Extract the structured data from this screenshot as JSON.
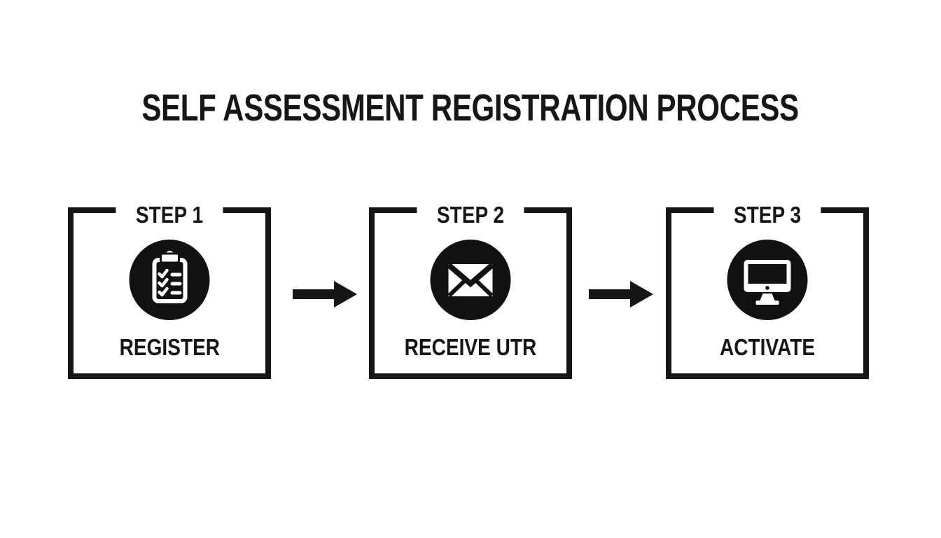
{
  "title": "SELF ASSESSMENT REGISTRATION PROCESS",
  "steps": [
    {
      "step_label": "STEP 1",
      "caption": "REGISTER",
      "icon": "clipboard-checklist-icon"
    },
    {
      "step_label": "STEP 2",
      "caption": "RECEIVE UTR",
      "icon": "envelope-icon"
    },
    {
      "step_label": "STEP 3",
      "caption": "ACTIVATE",
      "icon": "desktop-monitor-icon"
    }
  ],
  "connectors": [
    {
      "type": "arrow-right"
    },
    {
      "type": "arrow-right"
    }
  ],
  "colors": {
    "ink": "#161616",
    "background": "#ffffff",
    "icon_circle": "#111111",
    "icon_glyph": "#ffffff"
  }
}
